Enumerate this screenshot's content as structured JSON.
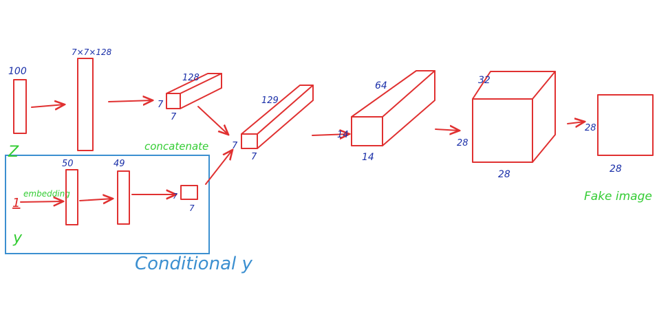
{
  "noise": {
    "dim_label": "100",
    "name": "Z"
  },
  "dense": {
    "dim_label": "7×7×128"
  },
  "reshape": {
    "depth_label": "128",
    "h_label": "7",
    "w_label": "7"
  },
  "concat": {
    "text": "concatenate",
    "depth_label": "129",
    "h_label": "7",
    "w_label": "7"
  },
  "block64": {
    "depth_label": "64",
    "h_label": "14",
    "w_label": "14"
  },
  "block32": {
    "depth_label": "32",
    "h_label": "28",
    "w_label": "28"
  },
  "output": {
    "h_label": "28",
    "w_label": "28",
    "caption": "Fake image"
  },
  "conditional": {
    "title": "Conditional y",
    "input_value": "1",
    "input_name": "y",
    "embedding_text": "embedding",
    "embed_label": "50",
    "dense_label": "49",
    "map_h_label": "7",
    "map_w_label": "7"
  },
  "colors": {
    "shape_stroke": "#e03030",
    "label_blue": "#1a2fa8",
    "caption_green": "#33cc33",
    "conditional_blue": "#3b8fd0"
  }
}
